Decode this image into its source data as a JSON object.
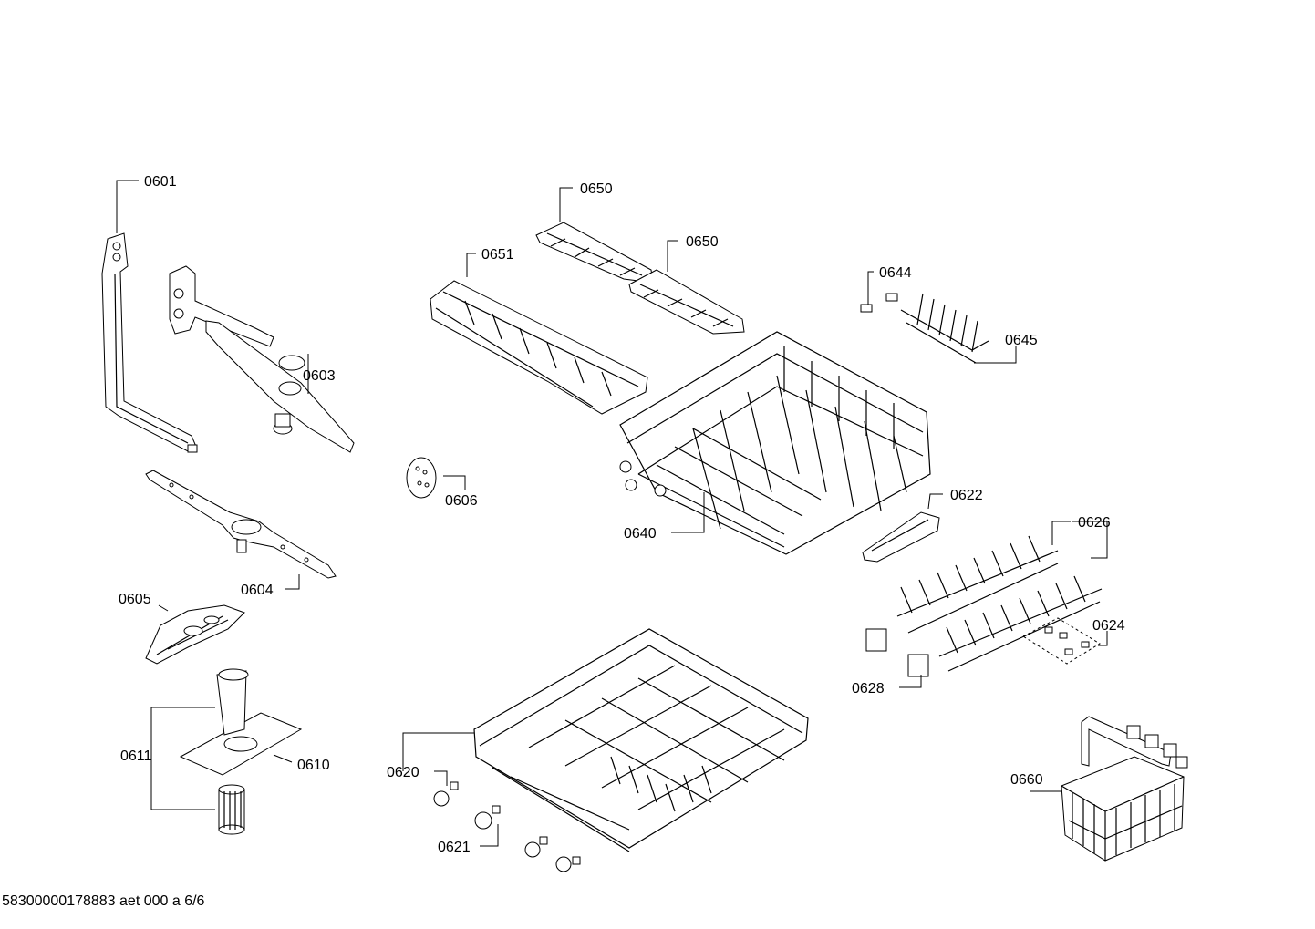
{
  "callouts": {
    "c0601": "0601",
    "c0603": "0603",
    "c0604": "0604",
    "c0605": "0605",
    "c0606": "0606",
    "c0610": "0610",
    "c0611": "0611",
    "c0620": "0620",
    "c0621": "0621",
    "c0622": "0622",
    "c0624": "0624",
    "c0626": "0626",
    "c0628": "0628",
    "c0640": "0640",
    "c0644": "0644",
    "c0645": "0645",
    "c0650a": "0650",
    "c0650b": "0650",
    "c0651": "0651",
    "c0660": "0660"
  },
  "footer": "58300000178883 aet 000 a 6/6"
}
